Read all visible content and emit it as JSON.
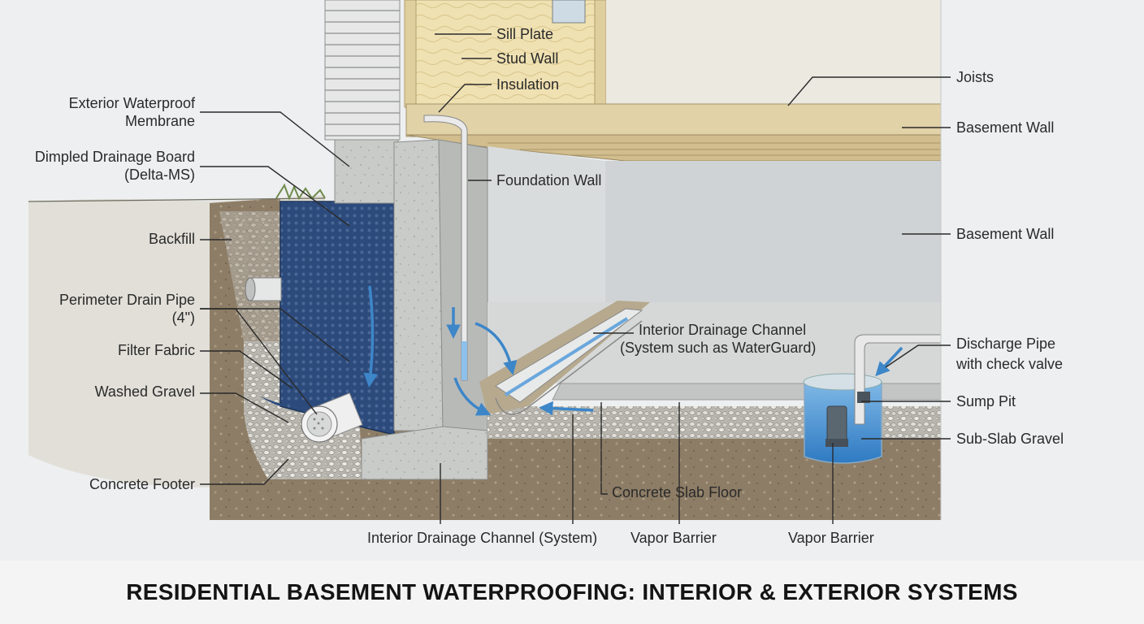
{
  "title": "RESIDENTIAL BASEMENT WATERPROOFING: INTERIOR & EXTERIOR SYSTEMS",
  "labels": {
    "sill_plate": "Sill Plate",
    "stud_wall": "Stud Wall",
    "insulation": "Insulation",
    "joists": "Joists",
    "basement_wall_top": "Basement Wall",
    "exterior_membrane_1": "Exterior Waterproof",
    "exterior_membrane_2": "Membrane",
    "dimpled_board_1": "Dimpled Drainage Board",
    "dimpled_board_2": "(Delta-MS)",
    "foundation_wall": "Foundation Wall",
    "backfill": "Backfill",
    "basement_wall_mid": "Basement Wall",
    "perimeter_pipe_1": "Perimeter Drain Pipe",
    "perimeter_pipe_2": "(4\")",
    "interior_channel_1": "Interior Drainage Channel",
    "interior_channel_2": "(System such as WaterGuard)",
    "filter_fabric": "Filter Fabric",
    "discharge_pipe_1": "Discharge Pipe",
    "discharge_pipe_2": "with check valve",
    "washed_gravel": "Washed Gravel",
    "sump_pit": "Sump Pit",
    "sub_slab_gravel": "Sub-Slab Gravel",
    "concrete_footer": "Concrete Footer",
    "concrete_slab": "Concrete Slab Floor",
    "interior_channel_system": "Interior Drainage Channel (System)",
    "vapor_barrier_1": "Vapor Barrier",
    "vapor_barrier_2": "Vapor Barrier"
  },
  "colors": {
    "water": "#4a8fd0",
    "membrane": "#26426e",
    "concrete": "#c9cbc9",
    "soil": "#8a7a64",
    "wood": "#e3d4ac",
    "wall_interior": "#d2d6d8"
  }
}
